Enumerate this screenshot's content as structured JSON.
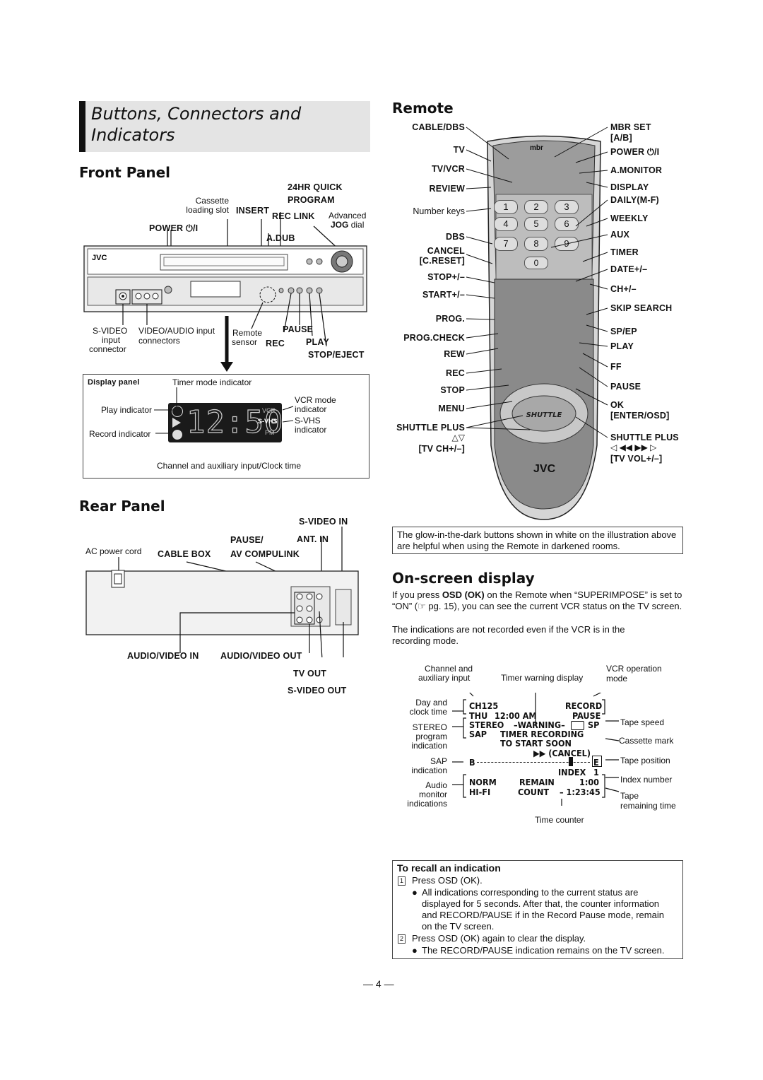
{
  "section_title": {
    "line1": "Buttons, Connectors and",
    "line2": "Indicators"
  },
  "front_panel": {
    "heading": "Front Panel",
    "labels": {
      "cassette": "Cassette",
      "loading_slot": "loading slot",
      "insert": "INSERT",
      "quick": "24HR QUICK",
      "program": "PROGRAM",
      "rec_link": "REC LINK",
      "advanced": "Advanced",
      "jog": "JOG",
      "dial": "dial",
      "power": "POWER",
      "adub": "A.DUB",
      "svideo": "S-VIDEO",
      "svideo2": "input",
      "svideo3": "connector",
      "av_input": "VIDEO/AUDIO input",
      "av_input2": "connectors",
      "remote_sensor": "Remote",
      "remote_sensor2": "sensor",
      "pause": "PAUSE",
      "rec": "REC",
      "play": "PLAY",
      "stop_eject": "STOP/EJECT"
    },
    "display_panel": {
      "title": "Display panel",
      "timer_mode": "Timer mode indicator",
      "play_ind": "Play indicator",
      "record_ind": "Record indicator",
      "vcr_mode": "VCR mode",
      "vcr_mode2": "indicator",
      "svhs": "S-VHS",
      "svhs2": "indicator",
      "clock": "12:50",
      "vcr": "VCR",
      "svhs_badge": "S-VHS",
      "pm": "PM",
      "channel": "Channel and auxiliary input/Clock time"
    }
  },
  "rear_panel": {
    "heading": "Rear Panel",
    "labels": {
      "svideo_in": "S-VIDEO IN",
      "pause": "PAUSE/",
      "ant_in": "ANT. IN",
      "ac_cord": "AC power cord",
      "cable_box": "CABLE BOX",
      "compulink": "AV COMPULINK",
      "av_in": "AUDIO/VIDEO IN",
      "av_out": "AUDIO/VIDEO OUT",
      "tv_out": "TV OUT",
      "svideo_out": "S-VIDEO OUT"
    }
  },
  "remote": {
    "heading": "Remote",
    "left": [
      "CABLE/DBS",
      "TV",
      "TV/VCR",
      "REVIEW",
      "Number keys",
      "DBS",
      "CANCEL",
      "[C.RESET]",
      "STOP+/–",
      "START+/–",
      "PROG.",
      "PROG.CHECK",
      "REW",
      "REC",
      "STOP",
      "MENU",
      "SHUTTLE PLUS",
      "△▽",
      "[TV CH+/–]"
    ],
    "right": [
      "MBR SET",
      "[A/B]",
      "POWER",
      "A.MONITOR",
      "DISPLAY",
      "DAILY(M-F)",
      "WEEKLY",
      "AUX",
      "TIMER",
      "DATE+/–",
      "CH+/–",
      "SKIP SEARCH",
      "SP/EP",
      "PLAY",
      "FF",
      "PAUSE",
      "OK",
      "[ENTER/OSD]",
      "SHUTTLE PLUS",
      "◁ ◀◀ ▶▶ ▷",
      "[TV VOL+/–]"
    ],
    "keys": [
      "1",
      "2",
      "3",
      "4",
      "5",
      "6",
      "7",
      "8",
      "9",
      "0"
    ],
    "brand": "JVC",
    "note": "The glow-in-the-dark buttons shown in white on the illustration above are helpful when using the Remote in darkened rooms."
  },
  "osd": {
    "heading": "On-screen display",
    "p1a": "If you press ",
    "p1b": "OSD (OK)",
    "p1c": " on the Remote when “SUPERIMPOSE” is set to “ON” (☞ pg. 15), you can see the current VCR status on the TV screen.",
    "p2": "The indications are not recorded even if the VCR is in the recording mode.",
    "labels": {
      "ch_aux": "Channel and",
      "ch_aux2": "auxiliary input",
      "timer_warn": "Timer warning display",
      "vcr_op": "VCR operation",
      "vcr_op2": "mode",
      "day": "Day and",
      "day2": "clock time",
      "stereo": "STEREO",
      "stereo2": "program",
      "stereo3": "indication",
      "sap": "SAP",
      "sap2": "indication",
      "audio": "Audio",
      "audio2": "monitor",
      "audio3": "indications",
      "tape_speed": "Tape speed",
      "cassette": "Cassette mark",
      "tape_pos": "Tape position",
      "index": "Index number",
      "tape_rem": "Tape",
      "tape_rem2": "remaining time",
      "time_counter": "Time counter"
    },
    "screen": {
      "ch": "CH125",
      "record": "RECORD",
      "thu": "THU",
      "time": "12:00 AM",
      "pause": "PAUSE",
      "stereo": "STEREO",
      "warning": "–WARNING–",
      "sp": "SP",
      "sap": "SAP",
      "timer_rec": "TIMER RECORDING",
      "start_soon": "TO START SOON",
      "cancel": "▶▶ (CANCEL)",
      "b": "B",
      "e": "E",
      "index": "INDEX",
      "index_n": "1",
      "norm": "NORM",
      "remain": "REMAIN",
      "remain_v": "1:00",
      "hifi": "HI-FI",
      "count": "COUNT",
      "count_v": "–  1:23:45"
    }
  },
  "recall": {
    "title": "To recall an indication",
    "s1": "Press OSD (OK).",
    "s1_note": "All indications corresponding to the current status are displayed for 5 seconds. After that, the counter information and RECORD/PAUSE if in the Record Pause mode, remain on the TV screen.",
    "s2": "Press OSD (OK) again to clear the display.",
    "s2_note": "The RECORD/PAUSE indication remains on the TV screen."
  },
  "page_number": "— 4 —"
}
